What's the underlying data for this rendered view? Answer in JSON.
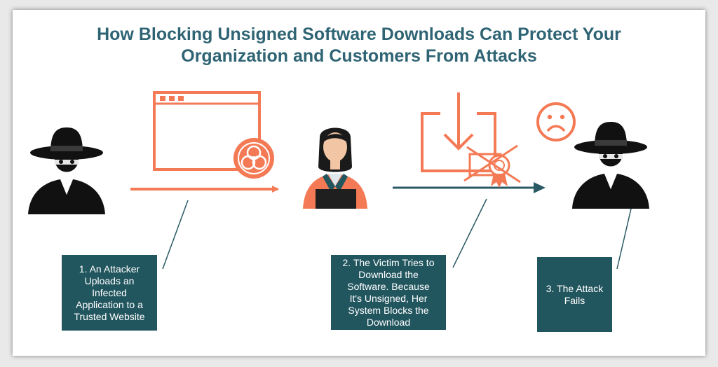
{
  "title": {
    "line1": "How Blocking Unsigned Software Downloads Can Protect Your",
    "line2": "Organization and Customers From Attacks"
  },
  "steps": [
    {
      "text": "1. An Attacker\nUploads an\nInfected\nApplication to a\nTrusted Website"
    },
    {
      "text": "2. The Victim Tries to\nDownload the\nSoftware. Because\nIt's Unsigned, Her\nSystem Blocks the\nDownload"
    },
    {
      "text": "3. The Attack\nFails"
    }
  ],
  "colors": {
    "title": "#2f6474",
    "accent": "#f47a55",
    "box": "#22565f",
    "arrow_dark": "#2a5a64",
    "silhouette": "#111111"
  },
  "icons": [
    "attacker-icon",
    "browser-window-icon",
    "biohazard-icon",
    "victim-icon",
    "download-icon",
    "unsigned-certificate-icon",
    "sad-face-icon"
  ]
}
